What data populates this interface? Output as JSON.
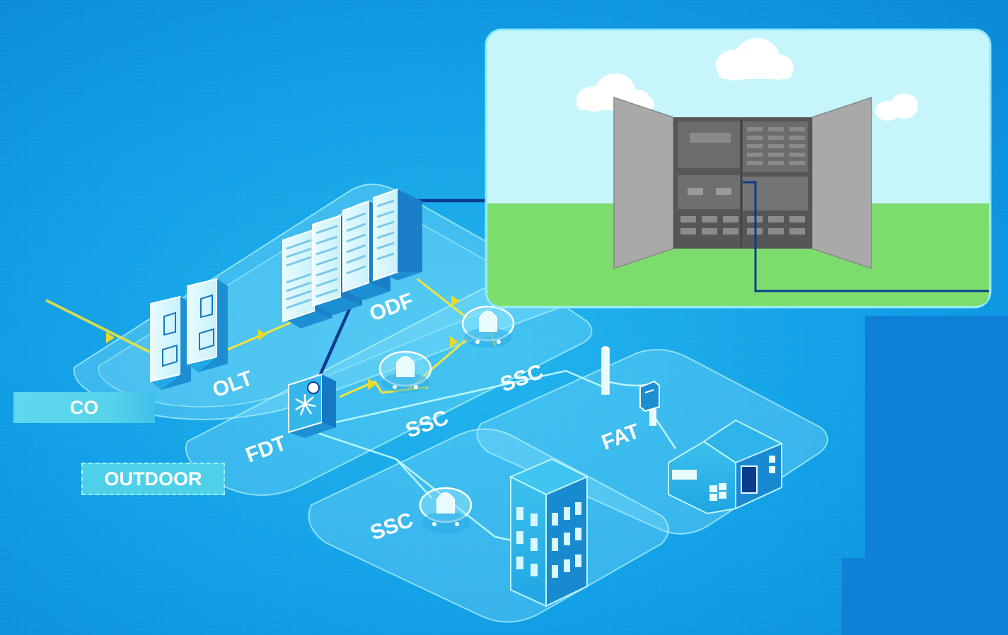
{
  "labels": {
    "olt": "OLT",
    "odf": "ODF",
    "fdt": "FDT",
    "ssc_1": "SSC",
    "ssc_2": "SSC",
    "ssc_3": "SSC",
    "fat": "FAT"
  },
  "tags": {
    "co": "CO",
    "outdoor": "OUTDOOR"
  },
  "colors": {
    "background": "#119fe6",
    "platform": "#8fe6fb",
    "fiber_yellow": "#f2e43a",
    "fiber_blue": "#0b3c8e",
    "inset_sky": "#c6f6fb",
    "inset_grass": "#7ddd6c",
    "cabinet_gray": "#a9a9a9"
  },
  "icons": [
    "olt-rack-icon",
    "odf-rack-icon",
    "fdt-splitter-icon",
    "ssc-manhole-icon",
    "utility-pole-icon",
    "fat-box-icon",
    "house-icon",
    "apartment-building-icon",
    "outdoor-cabinet-icon",
    "cloud-icon"
  ]
}
